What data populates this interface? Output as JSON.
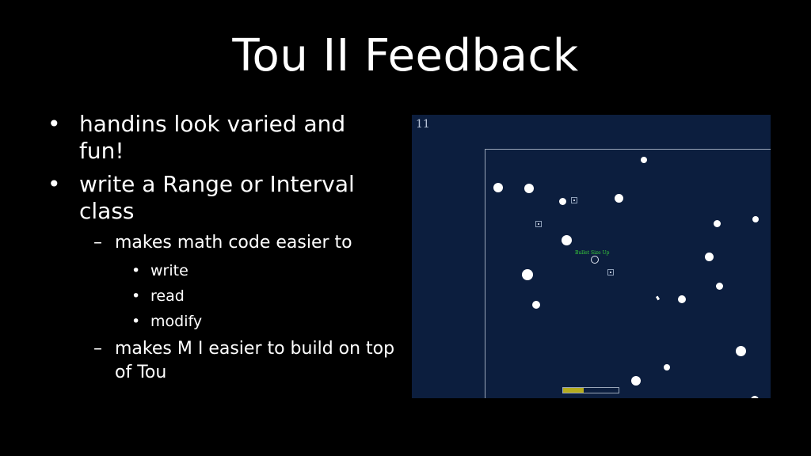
{
  "slide": {
    "title": "Tou II Feedback",
    "bullets": [
      {
        "text": "handins look varied and fun!"
      },
      {
        "text": "write a Range or Interval class"
      }
    ],
    "sub_bullets": [
      {
        "text": "makes math code easier to"
      },
      {
        "text": "makes M I easier to build on top of Tou"
      }
    ],
    "sub_sub_bullets": [
      {
        "text": "write"
      },
      {
        "text": "read"
      },
      {
        "text": "modify"
      }
    ],
    "bullet_glyph": "•",
    "dash_glyph": "–"
  },
  "game": {
    "score": "11",
    "powerup_text": "Bullet Size Up",
    "progress_fraction": 0.37,
    "colors": {
      "background": "#0c1e3e",
      "arena_border": "#9aa6b8",
      "powerup_text": "#3ad23a",
      "progress_fill": "#b5ac1f"
    }
  }
}
